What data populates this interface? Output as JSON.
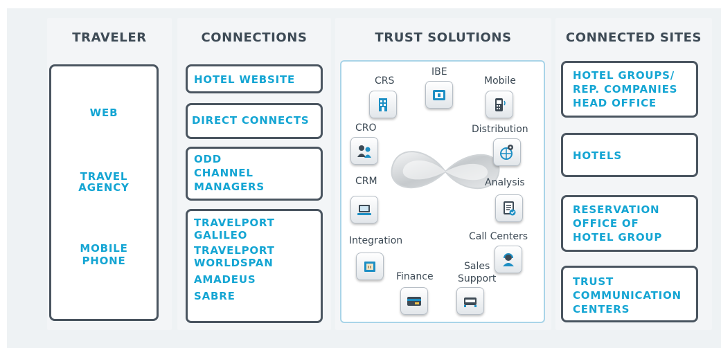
{
  "columns": {
    "traveler": {
      "header": "TRAVELER",
      "items": [
        [
          "WEB"
        ],
        [
          "TRAVEL",
          "AGENCY"
        ],
        [
          "MOBILE",
          "PHONE"
        ]
      ]
    },
    "connections": {
      "header": "CONNECTIONS",
      "boxes": [
        [
          "HOTEL WEBSITE"
        ],
        [
          "DIRECT CONNECTS"
        ],
        [
          "ODD",
          "CHANNEL",
          "MANAGERS"
        ],
        [
          "TRAVELPORT",
          "GALILEO",
          "TRAVELPORT",
          "WORLDSPAN",
          "AMADEUS",
          "SABRE"
        ]
      ]
    },
    "trust_solutions": {
      "header": "TRUST SOLUTIONS",
      "modules": {
        "crs": "CRS",
        "ibe": "IBE",
        "mobile": "Mobile",
        "cro": "CRO",
        "distribution": "Distribution",
        "crm": "CRM",
        "analysis": "Analysis",
        "integration": "Integration",
        "call_centers": "Call Centers",
        "finance": "Finance",
        "sales_support": [
          "Sales",
          "Support"
        ]
      }
    },
    "connected_sites": {
      "header": "CONNECTED SITES",
      "boxes": [
        [
          "HOTEL GROUPS/",
          "REP. COMPANIES",
          "HEAD OFFICE"
        ],
        [
          "HOTELS"
        ],
        [
          "RESERVATION",
          "OFFICE OF",
          "HOTEL GROUP"
        ],
        [
          "TRUST",
          "COMMUNICATION",
          "CENTERS"
        ]
      ]
    }
  },
  "colors": {
    "accent": "#14a5d3",
    "box_border": "#4a5560",
    "header": "#3d4a55",
    "panel": "#a9d4e8",
    "background": "#eef2f4"
  },
  "icons": [
    "building-icon",
    "hotel-booking-icon",
    "mobile-phone-icon",
    "agents-icon",
    "globe-pin-icon",
    "laptop-icon",
    "checklist-icon",
    "package-icon",
    "headset-agent-icon",
    "credit-card-icon",
    "bed-icon",
    "infinity-logo"
  ]
}
